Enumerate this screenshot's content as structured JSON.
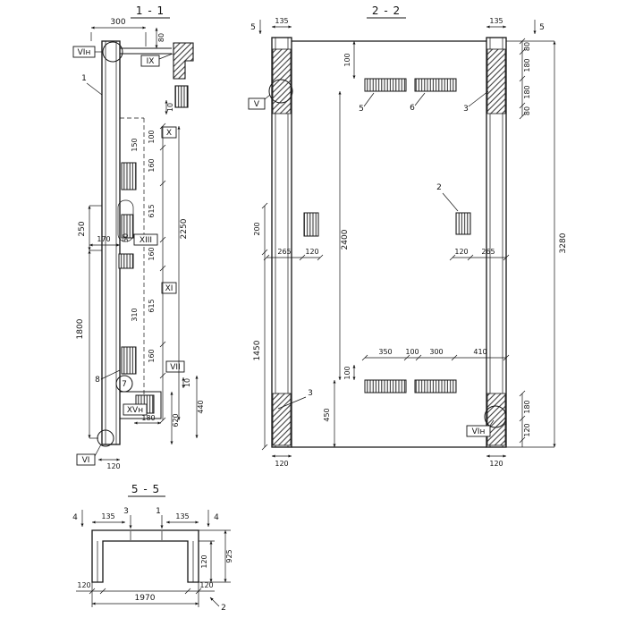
{
  "s11": {
    "title": "1 - 1",
    "t300": "300",
    "t80": "80",
    "mVIn": "VIн",
    "mIX": "IX",
    "mX": "X",
    "mXIII": "XIII",
    "mXI": "XI",
    "mVII": "VII",
    "mXVn": "XVн",
    "mVI": "VI",
    "p1": "1",
    "p7": "7",
    "p8": "8",
    "t10a": "10",
    "t10b": "10",
    "t150": "150",
    "t100": "100",
    "t160a": "160",
    "t615a": "615",
    "t160b": "160",
    "t615b": "615",
    "t160c": "160",
    "t2250": "2250",
    "t250": "250",
    "t1800": "1800",
    "t170": "170",
    "t50": "50",
    "t310": "310",
    "t180": "180",
    "t620": "620",
    "t440": "440",
    "t120": "120"
  },
  "s22": {
    "title": "2 - 2",
    "c5l": "5",
    "c5r": "5",
    "t135l": "135",
    "t135r": "135",
    "t80a": "80",
    "t180a": "180",
    "t180b": "180",
    "t80b": "80",
    "t3280": "3280",
    "t100a": "100",
    "p5": "5",
    "p6": "6",
    "p3a": "3",
    "mV": "V",
    "t200": "200",
    "t1450": "1450",
    "t2400": "2400",
    "t265a": "265",
    "t120a": "120",
    "p2": "2",
    "t120b": "120",
    "t265b": "265",
    "t350": "350",
    "t100b": "100",
    "t300": "300",
    "t410": "410",
    "t100c": "100",
    "p3b": "3",
    "t450": "450",
    "mVIn": "VIн",
    "t180c": "180",
    "t120c": "120",
    "t120d": "120",
    "t120e": "120"
  },
  "s55": {
    "title": "5 - 5",
    "c4l": "4",
    "t135a": "135",
    "c3": "3",
    "c1": "1",
    "t135b": "135",
    "c4r": "4",
    "t120a": "120",
    "t925": "925",
    "t120b": "120",
    "t1970": "1970",
    "t120c": "120",
    "c2": "2"
  }
}
